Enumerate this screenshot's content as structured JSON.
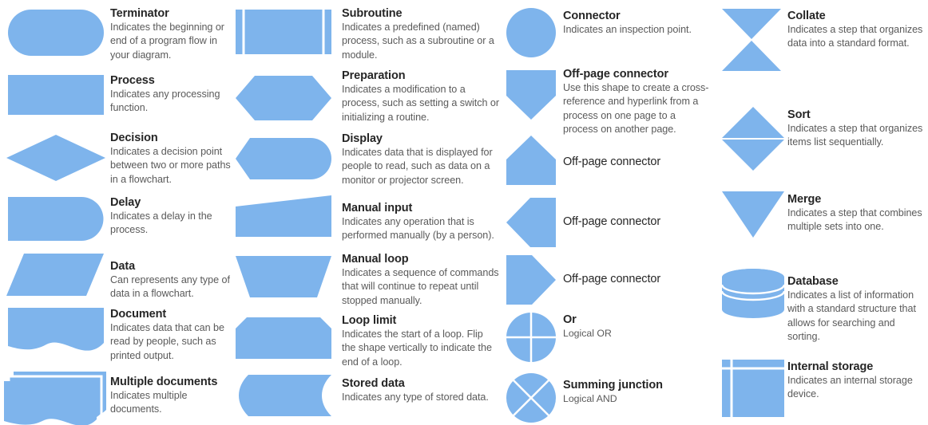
{
  "page": {
    "kind": "flowchart-symbols-legend",
    "background": "#ffffff",
    "shape_fill": "#7eb4ec",
    "title_color": "#262626",
    "description_color": "#5a5a5a"
  },
  "columns": [
    {
      "id": "column-1",
      "items": [
        {
          "id": "terminator",
          "shape": "rounded-rectangle-stadium",
          "title": "Terminator",
          "description": "Indicates the beginning or end of a program flow in your diagram."
        },
        {
          "id": "process",
          "shape": "rectangle",
          "title": "Process",
          "description": "Indicates any processing function."
        },
        {
          "id": "decision",
          "shape": "diamond",
          "title": "Decision",
          "description": "Indicates a decision point between two or more paths in a flowchart."
        },
        {
          "id": "delay",
          "shape": "half-rounded-rectangle",
          "title": "Delay",
          "description": "Indicates a delay in the process."
        },
        {
          "id": "data",
          "shape": "parallelogram",
          "title": "Data",
          "description": "Can represents any type of data in a flowchart."
        },
        {
          "id": "document",
          "shape": "document-wave",
          "title": "Document",
          "description": "Indicates data that can be read by people, such as printed output."
        },
        {
          "id": "multiple-documents",
          "shape": "stacked-document-wave",
          "title": "Multiple documents",
          "description": "Indicates multiple documents."
        }
      ]
    },
    {
      "id": "column-2",
      "items": [
        {
          "id": "subroutine",
          "shape": "rectangle-with-side-bars",
          "title": "Subroutine",
          "description": "Indicates a predefined (named) process, such as a subroutine or a module."
        },
        {
          "id": "preparation",
          "shape": "hexagon",
          "title": "Preparation",
          "description": "Indicates a modification to a process, such as setting a switch or initializing a routine."
        },
        {
          "id": "display",
          "shape": "display-rounded-right",
          "title": "Display",
          "description": "Indicates data that is displayed for people to read, such as data on a monitor or projector screen."
        },
        {
          "id": "manual-input",
          "shape": "slanted-top-rectangle",
          "title": "Manual input",
          "description": "Indicates any operation that is performed manually (by a person)."
        },
        {
          "id": "manual-loop",
          "shape": "inverted-trapezoid",
          "title": "Manual loop",
          "description": "Indicates a sequence of commands that will continue to repeat until stopped manually."
        },
        {
          "id": "loop-limit",
          "shape": "clipped-corner-rectangle",
          "title": "Loop limit",
          "description": "Indicates the start of a loop. Flip the shape vertically to indicate the end of a loop."
        },
        {
          "id": "stored-data",
          "shape": "curved-side-rectangle",
          "title": "Stored data",
          "description": "Indicates any type of stored data."
        }
      ]
    },
    {
      "id": "column-3",
      "items": [
        {
          "id": "connector",
          "shape": "circle",
          "title": "Connector",
          "description": "Indicates an inspection point."
        },
        {
          "id": "off-page-connector-down",
          "shape": "pentagon-point-down",
          "title": "Off-page connector",
          "description": "Use this shape to create a cross-reference and hyperlink from a process on one page to a process on another page."
        },
        {
          "id": "off-page-connector-up",
          "shape": "pentagon-point-up",
          "title": "Off-page connector",
          "description": ""
        },
        {
          "id": "off-page-connector-left",
          "shape": "pentagon-point-left",
          "title": "Off-page connector",
          "description": ""
        },
        {
          "id": "off-page-connector-right",
          "shape": "pentagon-point-right",
          "title": "Off-page connector",
          "description": ""
        },
        {
          "id": "or",
          "shape": "circle-with-cross",
          "title": "Or",
          "description": "Logical OR"
        },
        {
          "id": "summing-junction",
          "shape": "circle-with-x",
          "title": "Summing junction",
          "description": "Logical AND"
        }
      ]
    },
    {
      "id": "column-4",
      "items": [
        {
          "id": "collate",
          "shape": "hourglass-two-triangles",
          "title": "Collate",
          "description": "Indicates a step that organizes data into a standard format."
        },
        {
          "id": "sort",
          "shape": "diamond-split-horizontal",
          "title": "Sort",
          "description": "Indicates a step that organizes items list sequentially."
        },
        {
          "id": "merge",
          "shape": "triangle-point-down",
          "title": "Merge",
          "description": "Indicates a step that combines multiple sets into one."
        },
        {
          "id": "database",
          "shape": "cylinder",
          "title": "Database",
          "description": "Indicates a list of information with a standard structure that allows for searching and sorting."
        },
        {
          "id": "internal-storage",
          "shape": "rectangle-with-inner-lines",
          "title": "Internal storage",
          "description": "Indicates an internal storage device."
        }
      ]
    }
  ]
}
